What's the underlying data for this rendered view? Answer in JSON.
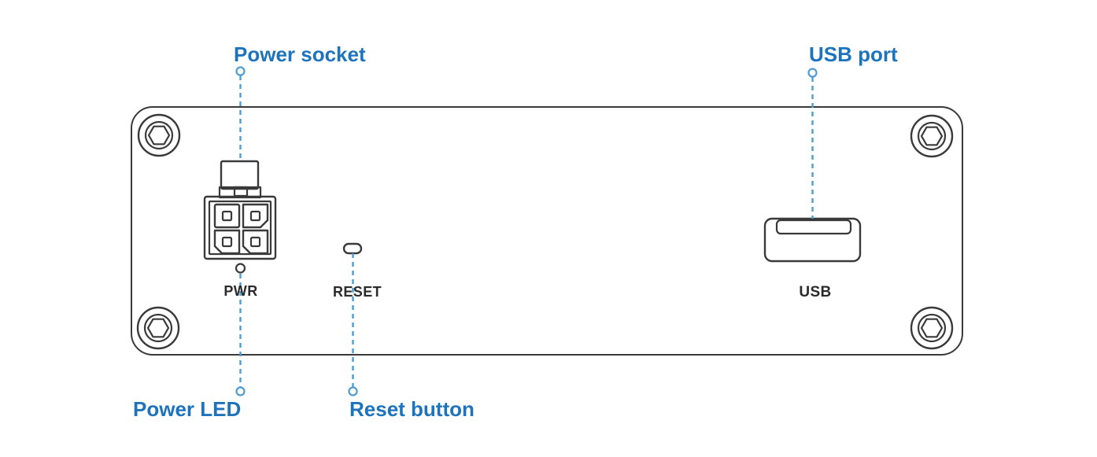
{
  "colors": {
    "background": "#ffffff",
    "outline": "#3a3a3a",
    "callout_text": "#1e74bc",
    "leader_line": "#4f9cd2",
    "port_label_text": "#2b2b2b"
  },
  "callouts": {
    "power_socket": "Power socket",
    "usb_port": "USB port",
    "power_led": "Power LED",
    "reset_button": "Reset button"
  },
  "port_labels": {
    "pwr": "PWR",
    "reset": "RESET",
    "usb": "USB"
  }
}
